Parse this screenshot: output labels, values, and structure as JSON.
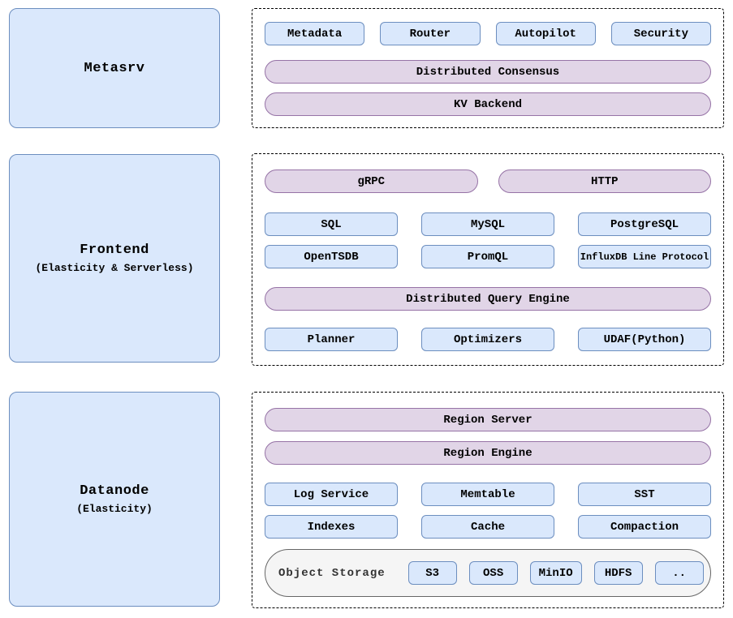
{
  "colors": {
    "blue_fill": "#dae8fc",
    "blue_stroke": "#6c8ebf",
    "purple_fill": "#e1d5e7",
    "purple_stroke": "#9673a6",
    "gray_fill": "#f5f5f5",
    "gray_stroke": "#666666"
  },
  "panels": {
    "metasrv": {
      "title": "Metasrv"
    },
    "frontend": {
      "title": "Frontend",
      "subtitle": "(Elasticity & Serverless)"
    },
    "datanode": {
      "title": "Datanode",
      "subtitle": "(Elasticity)"
    }
  },
  "metasrv": {
    "modules": [
      "Metadata",
      "Router",
      "Autopilot",
      "Security"
    ],
    "consensus_pill": "Distributed Consensus",
    "kv_pill": "KV Backend"
  },
  "frontend": {
    "protocol_pills": [
      "gRPC",
      "HTTP"
    ],
    "query_languages": [
      "SQL",
      "MySQL",
      "PostgreSQL"
    ],
    "ingest_protocols": [
      "OpenTSDB",
      "PromQL",
      "InfluxDB Line Protocol"
    ],
    "engine_pill": "Distributed Query Engine",
    "engine_components": [
      "Planner",
      "Optimizers",
      "UDAF(Python)"
    ]
  },
  "datanode": {
    "server_pill": "Region Server",
    "engine_pill": "Region Engine",
    "storage_row1": [
      "Log Service",
      "Memtable",
      "SST"
    ],
    "storage_row2": [
      "Indexes",
      "Cache",
      "Compaction"
    ],
    "object_storage": {
      "label": "Object Storage",
      "backends": [
        "S3",
        "OSS",
        "MinIO",
        "HDFS",
        ".."
      ]
    }
  }
}
